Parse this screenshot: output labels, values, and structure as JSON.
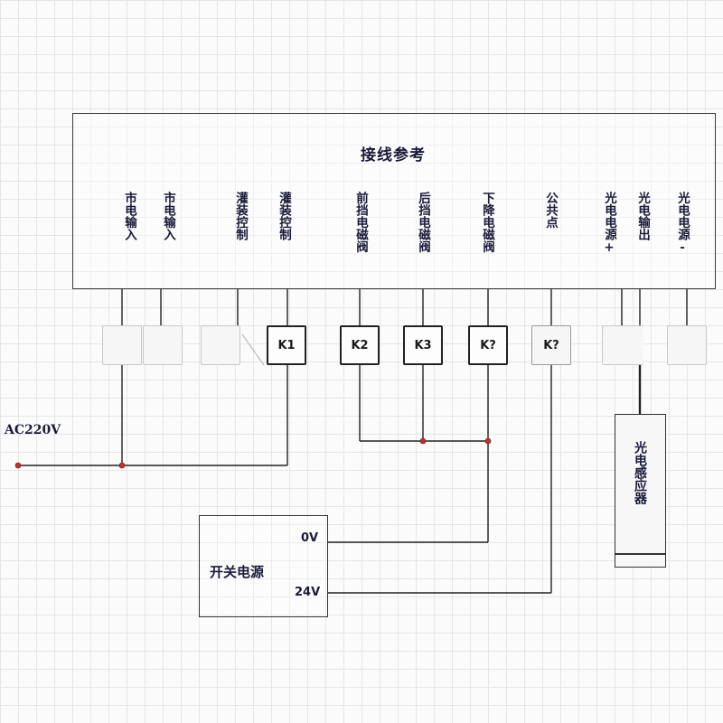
{
  "diagram": {
    "title": "接线参考",
    "panel_labels": [
      "市电输入",
      "市电输入",
      "灌装控制",
      "灌装控制",
      "前挡电磁阀",
      "后挡电磁阀",
      "下降电磁阀",
      "公共点",
      "光电电源+",
      "光电输出",
      "光电电源-"
    ],
    "terminals": [
      "",
      "",
      "",
      "K1",
      "K2",
      "K3",
      "K?",
      "K?",
      "",
      "",
      ""
    ],
    "power_input_label": "AC220V",
    "power_supply": {
      "label": "开关电源",
      "port_0v": "0V",
      "port_24v": "24V"
    },
    "sensor_label": "光电感应器",
    "colors": {
      "line": "#222222",
      "junction": "#c03030",
      "text": "#1a1a3a"
    }
  }
}
